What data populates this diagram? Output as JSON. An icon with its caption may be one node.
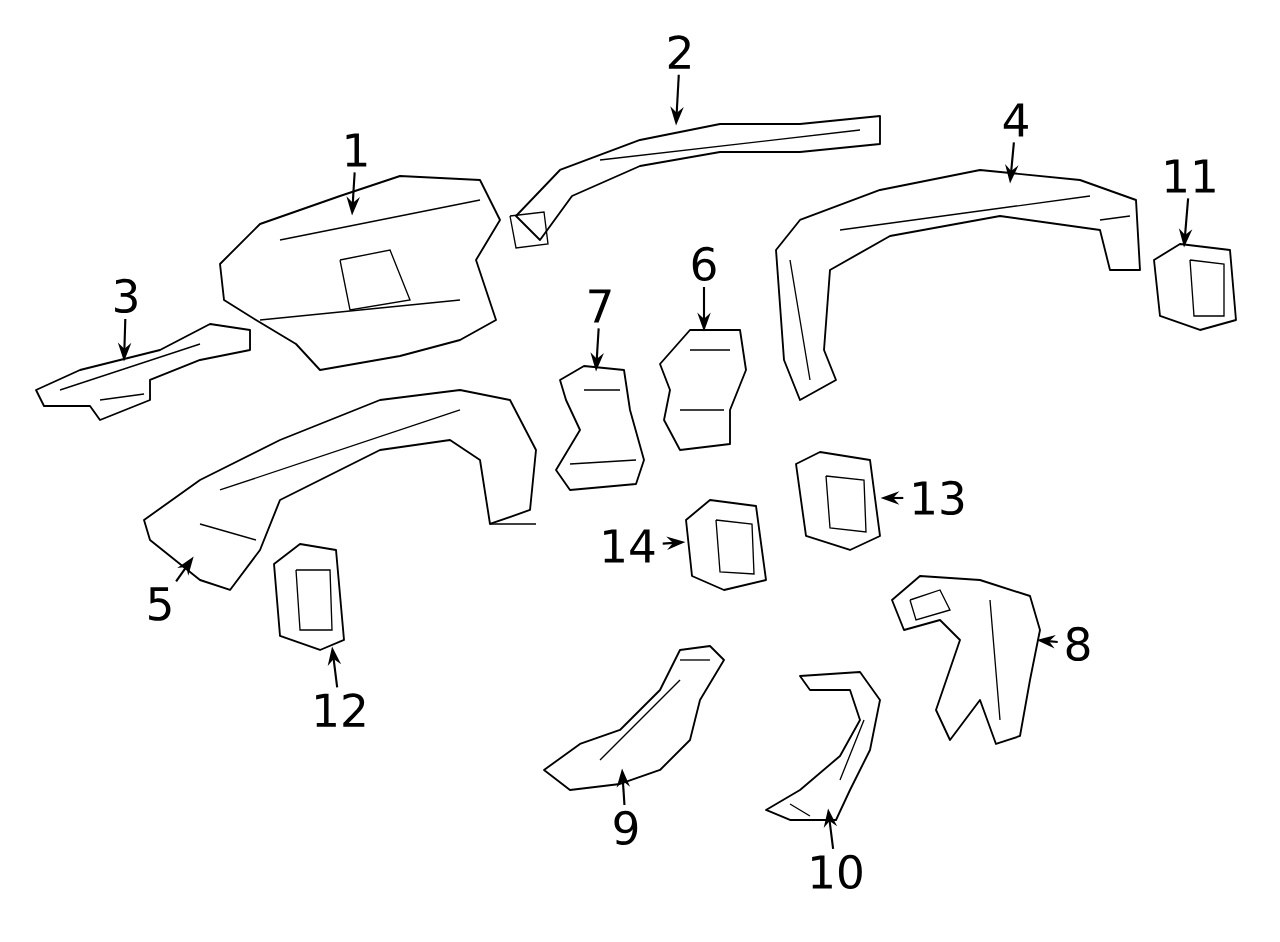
{
  "diagram": {
    "nodes": [
      {
        "text": [
          "1"
        ]
      },
      {
        "text": [],
        "shape": "picture"
      },
      {
        "text": [
          "2"
        ]
      },
      {
        "text": [],
        "shape": "picture"
      },
      {
        "text": [
          "3"
        ]
      },
      {
        "text": [],
        "shape": "picture"
      },
      {
        "text": [
          "4"
        ]
      },
      {
        "text": [],
        "shape": "picture"
      },
      {
        "text": [
          "5"
        ]
      },
      {
        "text": [],
        "shape": "picture"
      },
      {
        "text": [
          "6"
        ]
      },
      {
        "text": [],
        "shape": "picture"
      },
      {
        "text": [
          "7"
        ]
      },
      {
        "text": [],
        "shape": "picture"
      },
      {
        "text": [
          "8"
        ]
      },
      {
        "text": [],
        "shape": "picture"
      },
      {
        "text": [
          "9"
        ]
      },
      {
        "text": [],
        "shape": "picture"
      },
      {
        "text": [
          "10"
        ]
      },
      {
        "text": [],
        "shape": "picture"
      },
      {
        "text": [
          "11"
        ]
      },
      {
        "text": [],
        "shape": "picture"
      },
      {
        "text": [
          "12"
        ]
      },
      {
        "text": [],
        "shape": "picture"
      },
      {
        "text": [
          "13"
        ]
      },
      {
        "text": [],
        "shape": "picture"
      },
      {
        "text": [
          "14"
        ]
      },
      {
        "text": [],
        "shape": "picture"
      }
    ],
    "edges": [
      {
        "from": 0,
        "to": 1,
        "arrow": "to"
      },
      {
        "from": 2,
        "to": 3,
        "arrow": "to"
      },
      {
        "from": 4,
        "to": 5,
        "arrow": "to"
      },
      {
        "from": 6,
        "to": 7,
        "arrow": "to"
      },
      {
        "from": 8,
        "to": 9,
        "arrow": "to"
      },
      {
        "from": 10,
        "to": 11,
        "arrow": "to"
      },
      {
        "from": 12,
        "to": 13,
        "arrow": "to"
      },
      {
        "from": 14,
        "to": 15,
        "arrow": "to"
      },
      {
        "from": 16,
        "to": 17,
        "arrow": "to"
      },
      {
        "from": 18,
        "to": 19,
        "arrow": "to"
      },
      {
        "from": 20,
        "to": 21,
        "arrow": "to"
      },
      {
        "from": 22,
        "to": 23,
        "arrow": "to"
      },
      {
        "from": 24,
        "to": 25,
        "arrow": "to"
      },
      {
        "from": 26,
        "to": 27,
        "arrow": "to"
      }
    ]
  }
}
